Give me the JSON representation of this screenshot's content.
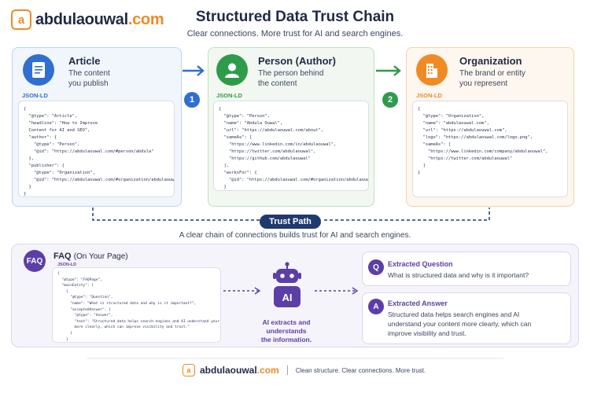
{
  "brand": {
    "name": "abdulaouwal",
    "tld": ".com",
    "logo_letter": "a"
  },
  "header": {
    "title": "Structured Data Trust Chain",
    "subtitle": "Clear connections. More trust for AI and search engines."
  },
  "colors": {
    "blue": "#2f6fd0",
    "green": "#2e9b4a",
    "orange": "#f08a24",
    "purple": "#5b3fa6",
    "navy": "#1f3a6e"
  },
  "cards": [
    {
      "title": "Article",
      "desc_line1": "The content",
      "desc_line2": "you publish",
      "icon": "document-icon",
      "jsonld_label": "JSON-LD",
      "code": "{\n  \"@type\": \"Article\",\n  \"headline\": \"How to Improve\n  Content for AI and SEO\",\n  \"author\": {\n    \"@type\": \"Person\",\n    \"@id\": \"https://abdulaouwal.com/#person/abdula\"\n  },\n  \"publisher\": {\n    \"@type\": \"Organization\",\n    \"@id\": \"https://abdulaouwal.com/#organization/abdulaouwal\"\n  }\n}"
    },
    {
      "title": "Person (Author)",
      "desc_line1": "The person behind",
      "desc_line2": "the content",
      "icon": "person-icon",
      "jsonld_label": "JSON-LD",
      "code": "{\n  \"@type\": \"Person\",\n  \"name\": \"Abdula Ouwal\",\n  \"url\": \"https://abdulaouwal.com/about\",\n  \"sameAs\": [\n    \"https://www.linkedin.com/in/abdulaouwal\",\n    \"https://twitter.com/abdulaouwal\",\n    \"https://github.com/abdulaouwal\"\n  ],\n  \"worksFor\": {\n    \"@id\": \"https://abdulaouwal.com/#organization/abdulaouwal\"\n  }\n}"
    },
    {
      "title": "Organization",
      "desc_line1": "The brand or entity",
      "desc_line2": "you represent",
      "icon": "building-icon",
      "jsonld_label": "JSON-LD",
      "code": "{\n  \"@type\": \"Organization\",\n  \"name\": \"abdulaouwal.com\",\n  \"url\": \"https://abdulaouwal.com\",\n  \"logo\": \"https://abdulaouwal.com/logo.png\",\n  \"sameAs\": [\n    \"https://www.linkedin.com/company/abdulaouwal\",\n    \"https://twitter.com/abdulaouwal\"\n  ]\n}"
    }
  ],
  "steps": [
    "1",
    "2"
  ],
  "trust_path": {
    "label": "Trust Path",
    "caption": "A clear chain of connections builds trust for AI and search engines."
  },
  "faq": {
    "badge": "FAQ",
    "title": "FAQ",
    "title_suffix": "(On Your Page)",
    "jsonld_label": "JSON-LD",
    "code": "{\n  \"@type\": \"FAQPage\",\n  \"mainEntity\": [\n    {\n      \"@type\": \"Question\",\n      \"name\": \"What is structured data and why is it important?\",\n      \"acceptedAnswer\": {\n        \"@type\": \"Answer\",\n        \"text\": \"Structured data helps search engines and AI understand your content\n        more clearly, which can improve visibility and trust.\"\n      }\n    }\n  ]\n}"
  },
  "ai": {
    "label": "AI",
    "caption_line1": "AI extracts and",
    "caption_line2": "understands",
    "caption_line3": "the information."
  },
  "extracted_question": {
    "icon": "Q",
    "title": "Extracted Question",
    "text": "What is structured data and why is it important?"
  },
  "extracted_answer": {
    "icon": "A",
    "title": "Extracted Answer",
    "line1": "Structured data helps search engines and AI",
    "line2": "understand your content more clearly, which can",
    "line3": "improve visibility and trust."
  },
  "footer": {
    "brand": "abdulaouwal",
    "tld": ".com",
    "tagline": "Clean structure. Clear connections. More trust."
  }
}
